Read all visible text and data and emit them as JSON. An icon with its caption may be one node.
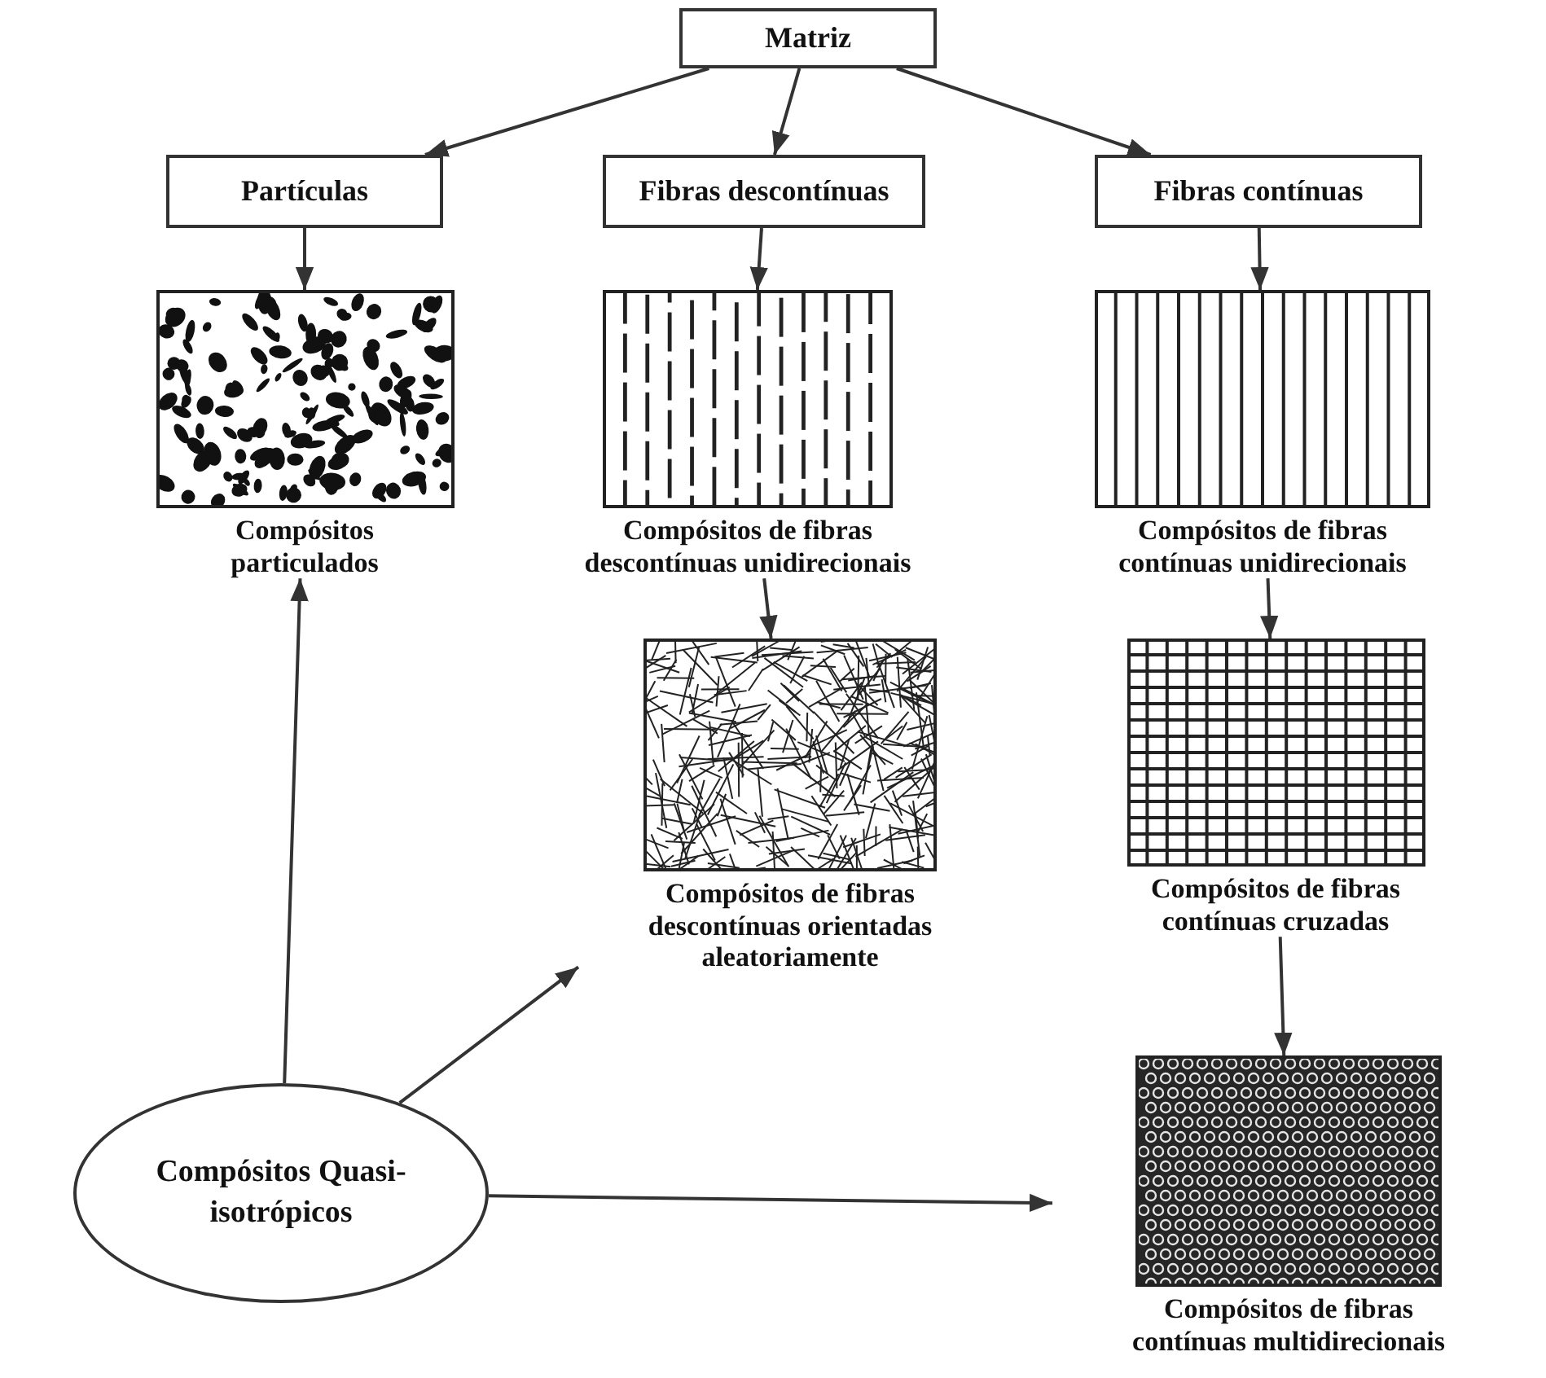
{
  "diagram": {
    "nodes": [
      {
        "text": [
          "Matriz"
        ]
      },
      {
        "text": [
          "Partículas"
        ]
      },
      {
        "text": [
          "Fibras descontínuas"
        ]
      },
      {
        "text": [
          "Fibras contínuas"
        ]
      },
      {
        "text": [],
        "shape": "picture",
        "beside": [
          "Compósitos particulados"
        ]
      },
      {
        "text": [],
        "shape": "picture",
        "beside": [
          "Compósitos de fibras descontínuas unidirecionais"
        ]
      },
      {
        "text": [],
        "shape": "picture",
        "beside": [
          "Compósitos de fibras contínuas unidirecionais"
        ]
      },
      {
        "text": [],
        "shape": "picture",
        "beside": [
          "Compósitos de fibras descontínuas orientadas aleatoriamente"
        ]
      },
      {
        "text": [],
        "shape": "picture",
        "beside": [
          "Compósitos de fibras contínuas cruzadas"
        ]
      },
      {
        "text": [],
        "shape": "picture",
        "beside": [
          "Compósitos de fibras contínuas multidirecionais"
        ]
      },
      {
        "text": [
          "Compósitos Quasi-isotrópicos"
        ]
      }
    ],
    "edges": [
      {
        "from": 0,
        "to": 1,
        "arrow": "to"
      },
      {
        "from": 0,
        "to": 2,
        "arrow": "to"
      },
      {
        "from": 0,
        "to": 3,
        "arrow": "to"
      },
      {
        "from": 1,
        "to": 4,
        "arrow": "to"
      },
      {
        "from": 2,
        "to": 5,
        "arrow": "to"
      },
      {
        "from": 3,
        "to": 6,
        "arrow": "to"
      },
      {
        "from": 5,
        "to": 7,
        "arrow": "to"
      },
      {
        "from": 6,
        "to": 8,
        "arrow": "to"
      },
      {
        "from": 8,
        "to": 9,
        "arrow": "to"
      },
      {
        "from": 10,
        "to": 4,
        "arrow": "to"
      },
      {
        "from": 10,
        "to": 7,
        "arrow": "to"
      },
      {
        "from": 10,
        "to": 9,
        "arrow": "to"
      }
    ]
  }
}
